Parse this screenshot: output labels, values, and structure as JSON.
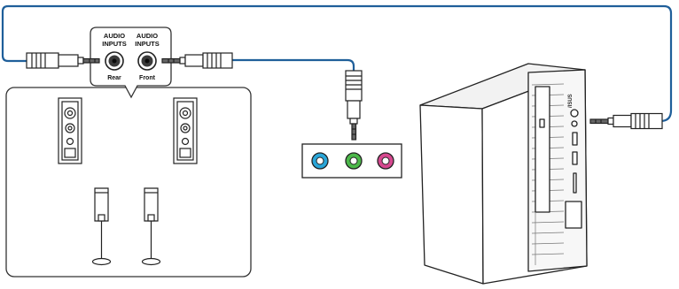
{
  "speaker_panel": {
    "inputs": [
      {
        "line1": "AUDIO",
        "line2": "INPUTS",
        "position": "Rear"
      },
      {
        "line1": "AUDIO",
        "line2": "INPUTS",
        "position": "Front"
      }
    ]
  },
  "pc": {
    "brand": "/ISUS"
  },
  "jack_colors": {
    "line_in": "#2aa6d8",
    "line_out": "#4cb84a",
    "mic": "#d6488f"
  },
  "cable_color": "#1f5f9a"
}
